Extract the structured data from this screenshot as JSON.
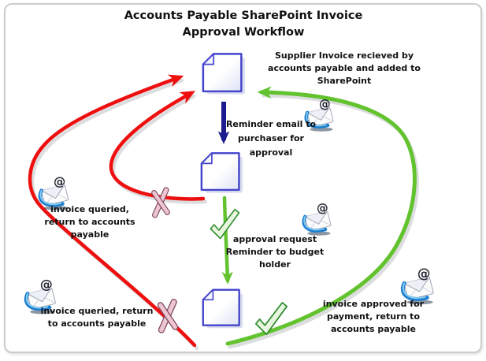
{
  "title": {
    "line1": "Accounts Payable SharePoint Invoice",
    "line2": "Approval Workflow"
  },
  "annotations": {
    "supplier": {
      "lines": [
        "Supplier Invoice recieved by",
        "accounts payable and added to",
        "SharePoint"
      ]
    },
    "reminder": {
      "lines": [
        "Reminder email to",
        "purchaser for",
        "approval"
      ]
    },
    "approval_request": {
      "lines": [
        "approval request",
        "Reminder to budget",
        "holder"
      ]
    },
    "queried_mid": {
      "lines": [
        "invoice queried,",
        "return to accounts",
        "payable"
      ]
    },
    "queried_bottom": {
      "lines": [
        "invoice queried, return",
        "to accounts payable"
      ]
    },
    "approved": {
      "lines": [
        "invoice approved for",
        "payment, return to",
        "accounts payable"
      ]
    }
  },
  "nodes": [
    {
      "id": "supplier-invoice-doc",
      "icon": "document-icon"
    },
    {
      "id": "purchaser-doc",
      "icon": "document-icon"
    },
    {
      "id": "budget-holder-doc",
      "icon": "document-icon"
    }
  ],
  "edges": [
    {
      "from": "supplier-invoice-doc",
      "to": "purchaser-doc",
      "color": "navy",
      "label": "Reminder email to purchaser for approval"
    },
    {
      "from": "purchaser-doc",
      "to": "budget-holder-doc",
      "color": "green",
      "label": "approval request Reminder to budget holder",
      "mark": "green-check"
    },
    {
      "from": "purchaser-doc",
      "to": "supplier-invoice-doc",
      "color": "red",
      "label": "invoice queried, return to accounts payable",
      "mark": "red-cross"
    },
    {
      "from": "budget-holder-doc",
      "to": "supplier-invoice-doc",
      "color": "red",
      "label": "invoice queried, return to accounts payable",
      "mark": "red-cross"
    },
    {
      "from": "budget-holder-doc",
      "to": "supplier-invoice-doc",
      "color": "green",
      "label": "invoice approved for payment, return to accounts payable",
      "mark": "green-check"
    }
  ],
  "icons": {
    "document": "page-with-folded-corner",
    "email": "envelope-with-at-and-swoosh",
    "approve": "green-check",
    "reject": "red-cross"
  },
  "colors": {
    "red": "#ee0f0f",
    "green": "#63c32e",
    "navy": "#1c1c8f",
    "doc-border": "#4444cc",
    "check-stroke": "#2e8b2e",
    "cross-fill": "#eec6d2",
    "cross-stroke": "#7e4760",
    "swoosh": "#1d7fd0",
    "text": "#111111",
    "frame": "#cccccc"
  }
}
